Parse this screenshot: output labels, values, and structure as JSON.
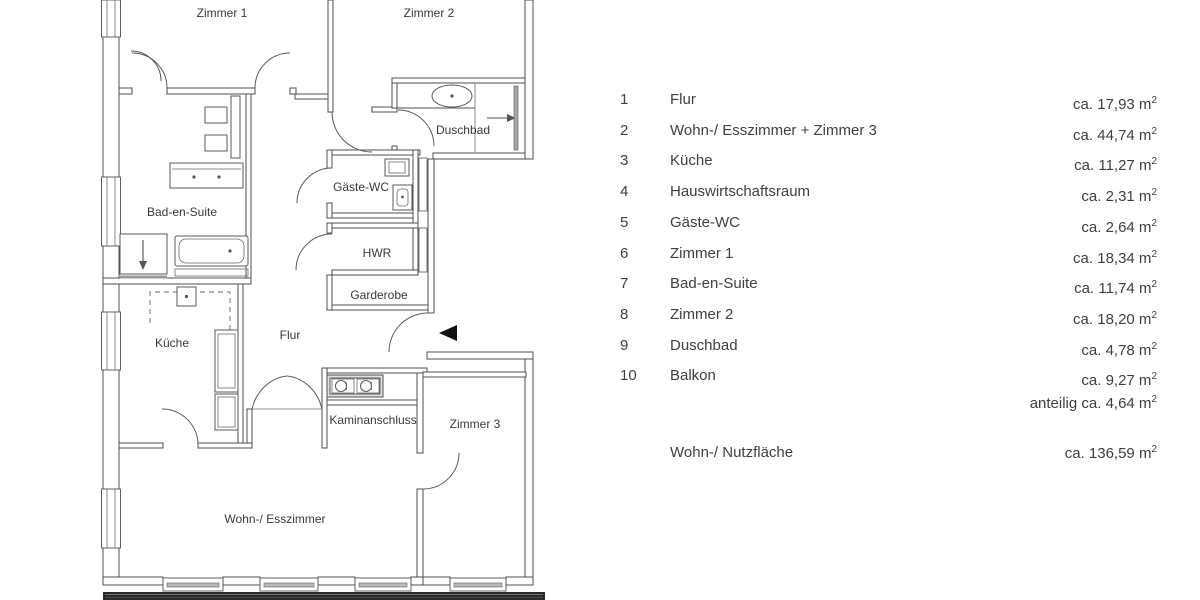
{
  "plan": {
    "labels": {
      "zimmer1": "Zimmer 1",
      "zimmer2": "Zimmer 2",
      "duschbad": "Duschbad",
      "gaeste_wc": "Gäste-WC",
      "bad_en_suite": "Bad-en-Suite",
      "hwr": "HWR",
      "garderobe": "Garderobe",
      "kueche": "Küche",
      "flur": "Flur",
      "kaminanschluss": "Kaminanschluss",
      "zimmer3": "Zimmer 3",
      "wohn_esszimmer": "Wohn-/ Esszimmer"
    },
    "icons": {
      "entrance_arrow": "black left-pointing triangle",
      "shower_suite": "down arrow in square",
      "shower_duschbad": "right arrow",
      "washbasin": "oval with dot",
      "bathtub": "rounded rectangle with dot",
      "kamin": "two circles in hatched box"
    },
    "colors": {
      "line": "#4f4f4f",
      "text": "#3a3a3a",
      "balcony": "#2a2a2a"
    }
  },
  "legend": {
    "rows": [
      {
        "no": "1",
        "label": "Flur",
        "value": "ca. 17,93 m",
        "sup": "2"
      },
      {
        "no": "2",
        "label": "Wohn-/ Esszimmer + Zimmer 3",
        "value": "ca. 44,74 m",
        "sup": "2"
      },
      {
        "no": "3",
        "label": "Küche",
        "value": "ca. 11,27 m",
        "sup": "2"
      },
      {
        "no": "4",
        "label": "Hauswirtschaftsraum",
        "value": "ca. 2,31 m",
        "sup": "2"
      },
      {
        "no": "5",
        "label": "Gäste-WC",
        "value": "ca. 2,64 m",
        "sup": "2"
      },
      {
        "no": "6",
        "label": "Zimmer 1",
        "value": "ca. 18,34 m",
        "sup": "2"
      },
      {
        "no": "7",
        "label": "Bad-en-Suite",
        "value": "ca. 11,74 m",
        "sup": "2"
      },
      {
        "no": "8",
        "label": "Zimmer 2",
        "value": "ca. 18,20 m",
        "sup": "2"
      },
      {
        "no": "9",
        "label": "Duschbad",
        "value": "ca. 4,78 m",
        "sup": "2"
      },
      {
        "no": "10",
        "label": "Balkon",
        "value": "ca. 9,27 m",
        "sup": "2",
        "value2": "anteilig ca. 4,64 m",
        "sup2": "2"
      }
    ],
    "total": {
      "label": "Wohn-/ Nutzfläche",
      "value": "ca. 136,59 m",
      "sup": "2"
    }
  }
}
